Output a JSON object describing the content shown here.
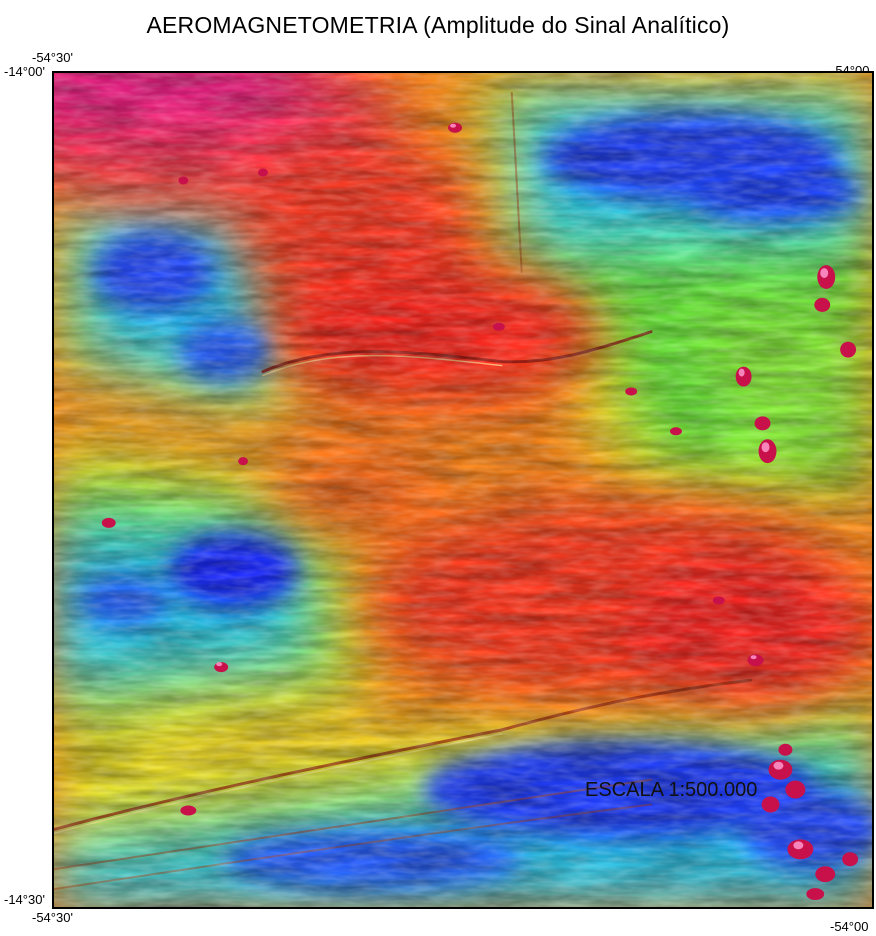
{
  "title": "AEROMAGNETOMETRIA (Amplitude do Sinal Analítico)",
  "coordinates": {
    "lon_top_left": "-54°30'",
    "lat_top_left": "-14°00'",
    "lon_top_right": "-54°00",
    "lat_bottom_left": "-14°30'",
    "lon_bottom_left": "-54°30'",
    "lon_bottom_right": "-54°00"
  },
  "scale": "ESCALA 1:500.000",
  "colors": {
    "low": "#1e3cff",
    "mid_low": "#1ec8ff",
    "mid": "#5af03c",
    "mid_high": "#f5e61e",
    "high": "#ff7814",
    "very_high": "#ff2828",
    "peak": "#e6148c"
  }
}
